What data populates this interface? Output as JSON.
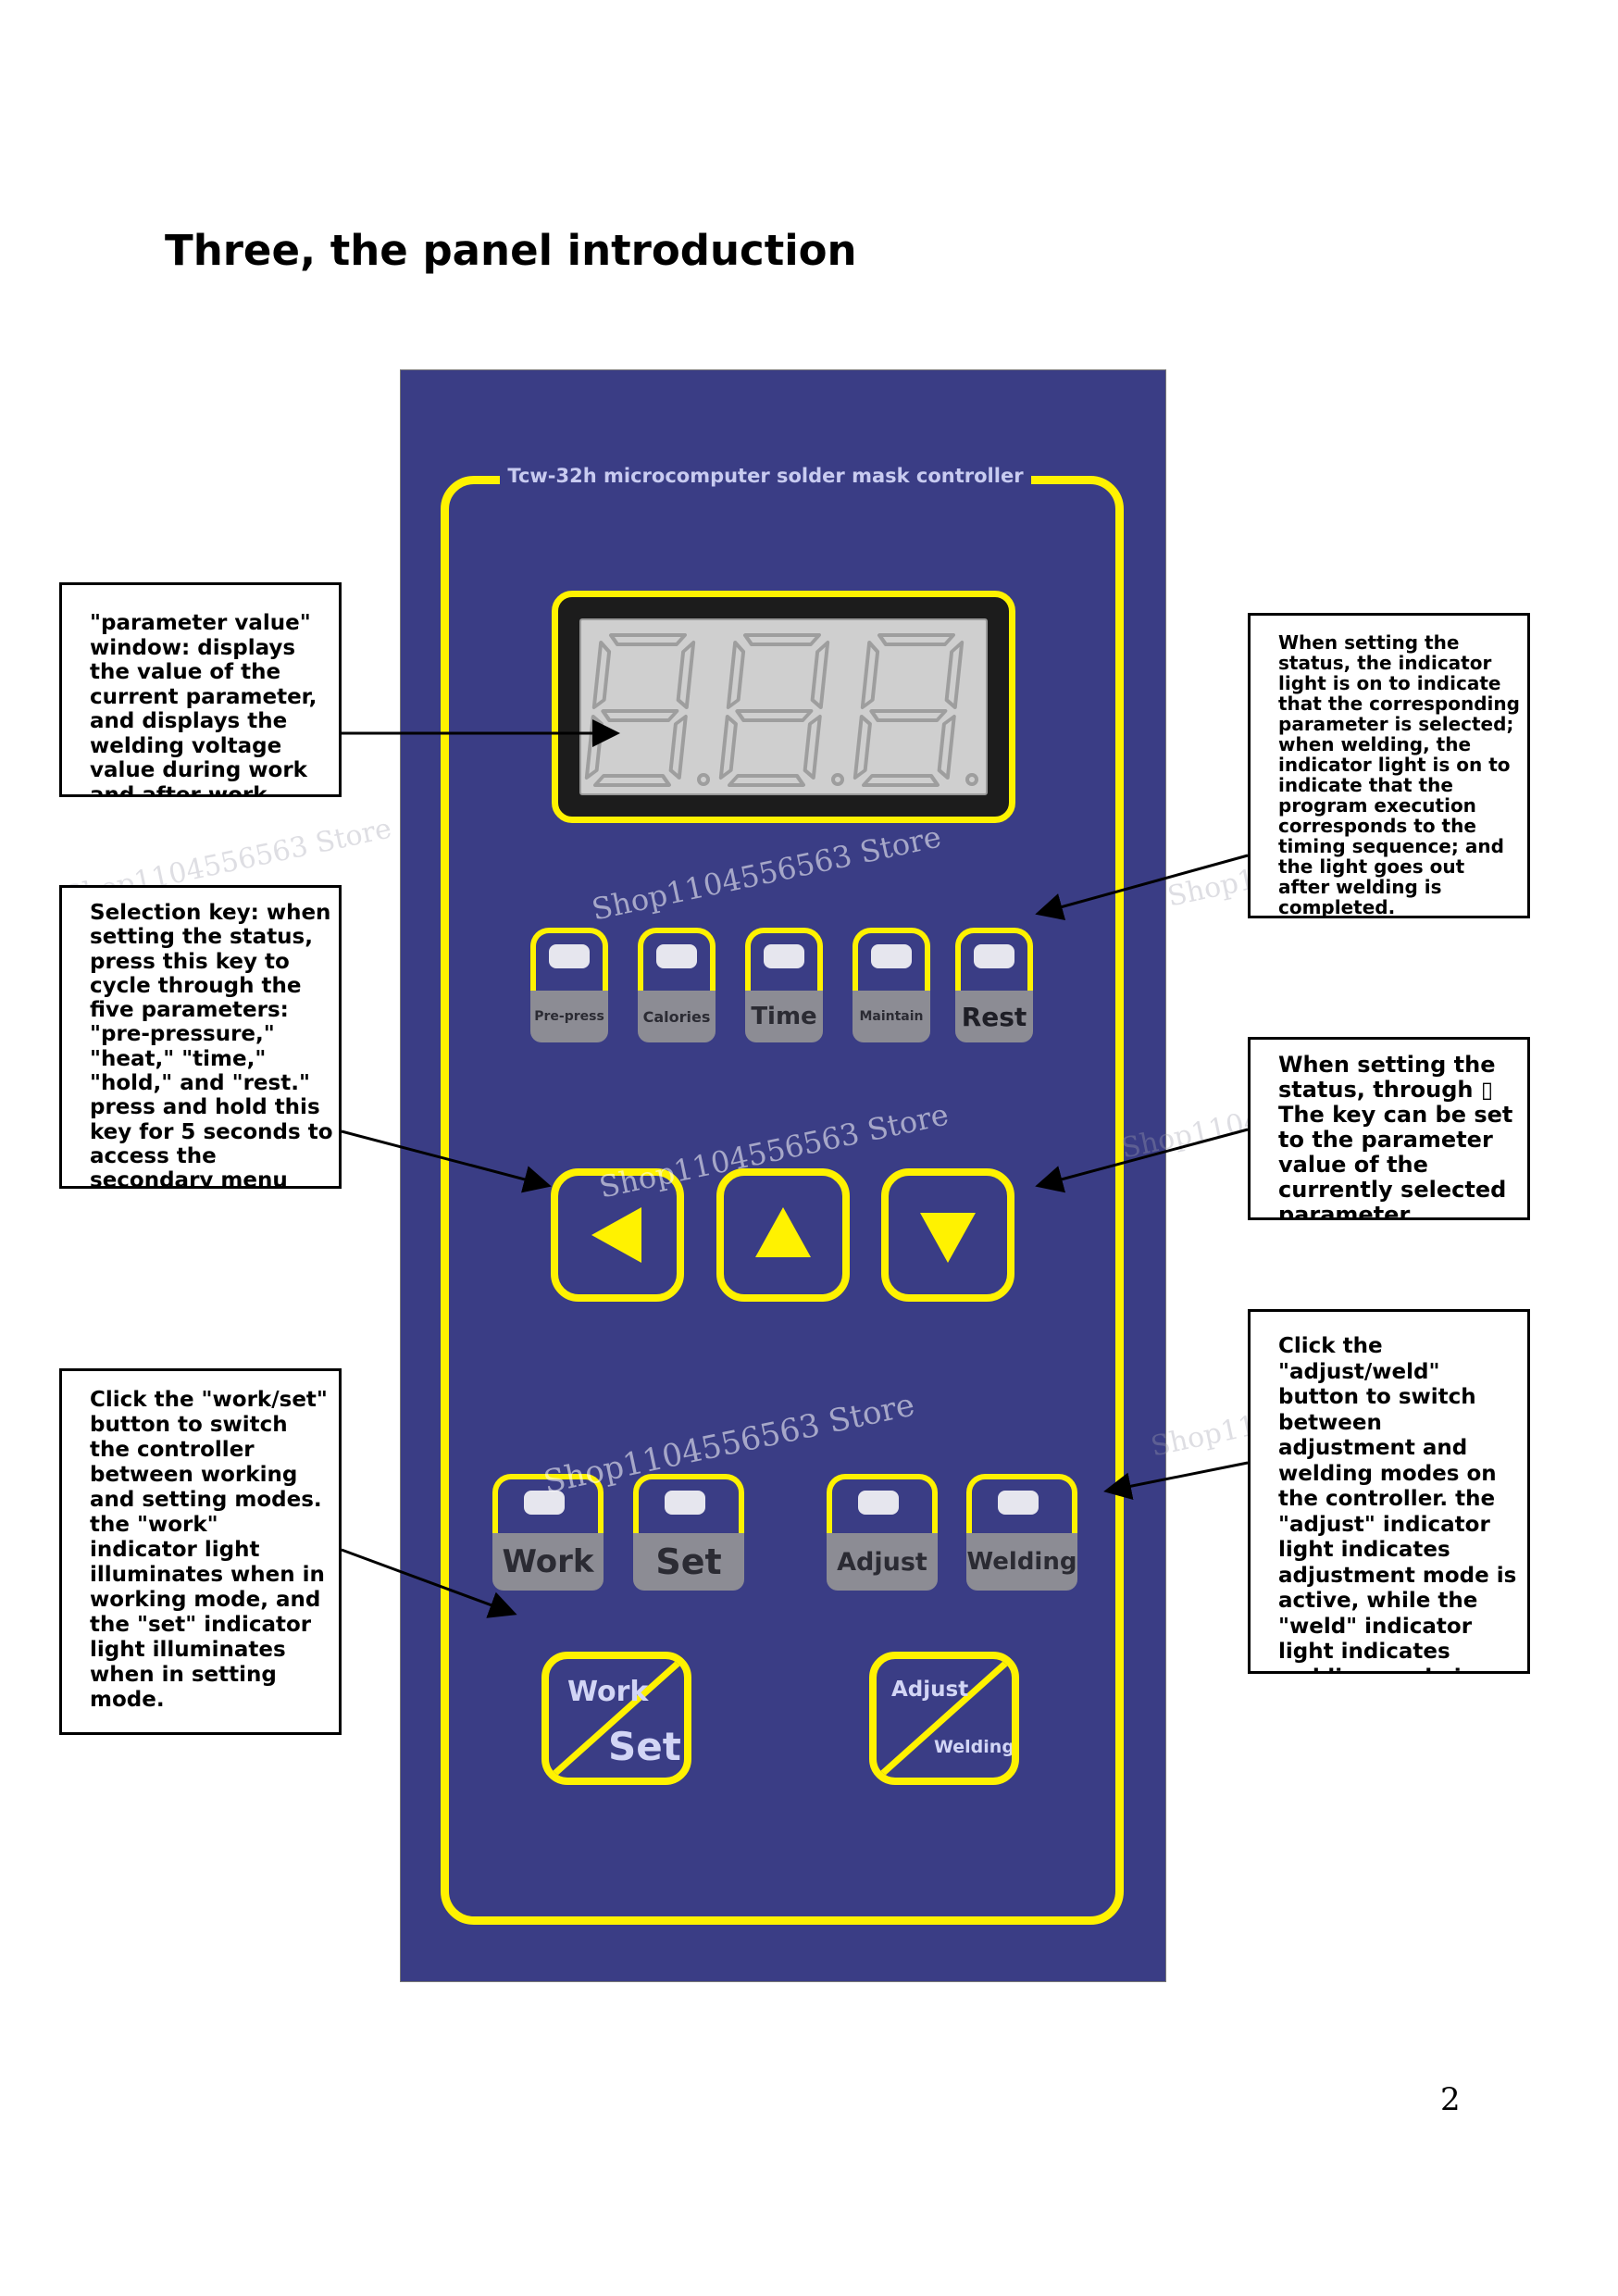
{
  "heading": "Three, the panel introduction",
  "controller": {
    "title": "Tcw-32h microcomputer solder mask controller",
    "display_value": "888",
    "parameter_labels": [
      "Pre-press",
      "Calories",
      "Time",
      "Maintain",
      "Rest"
    ],
    "mode_labels": [
      "Work",
      "Set",
      "Adjust",
      "Welding"
    ],
    "work_set_key": {
      "top": "Work",
      "bottom": "Set"
    },
    "adjust_weld_key": {
      "top": "Adjust",
      "bottom": "Welding"
    },
    "accent_color": "#fff200",
    "panel_color": "#3a3d85"
  },
  "callouts": {
    "display": "\"parameter value\" window: displays the value of the current parameter, and displays the welding voltage value during work and after work",
    "selection_key": "Selection key: when setting the status, press this key to cycle through the five parameters: \"pre-pressure,\" \"heat,\" \"time,\" \"hold,\" and \"rest.\" press and hold this key for 5 seconds to access the secondary menu",
    "indicator_lights": "When setting the status, the indicator light is on to indicate that the corresponding parameter is selected; when welding, the indicator light is on to indicate that the program execution corresponds to the timing sequence; and the light goes out after welding is completed.",
    "up_down_keys": "When setting the status, through ▯ The key can be set to the parameter value of the currently selected parameter.",
    "work_set_button": "Click the \"work/set\" button to switch the controller between working and setting modes. the \"work\" indicator light illuminates when in working mode, and the \"set\" indicator light illuminates when in setting mode.",
    "adjust_weld_button": "Click the \"adjust/weld\" button to switch between adjustment and welding modes on the controller. the \"adjust\" indicator light indicates adjustment mode is active, while the \"weld\" indicator light indicates welding mode is active."
  },
  "watermark": "Shop1104556563 Store",
  "page_number": "2"
}
